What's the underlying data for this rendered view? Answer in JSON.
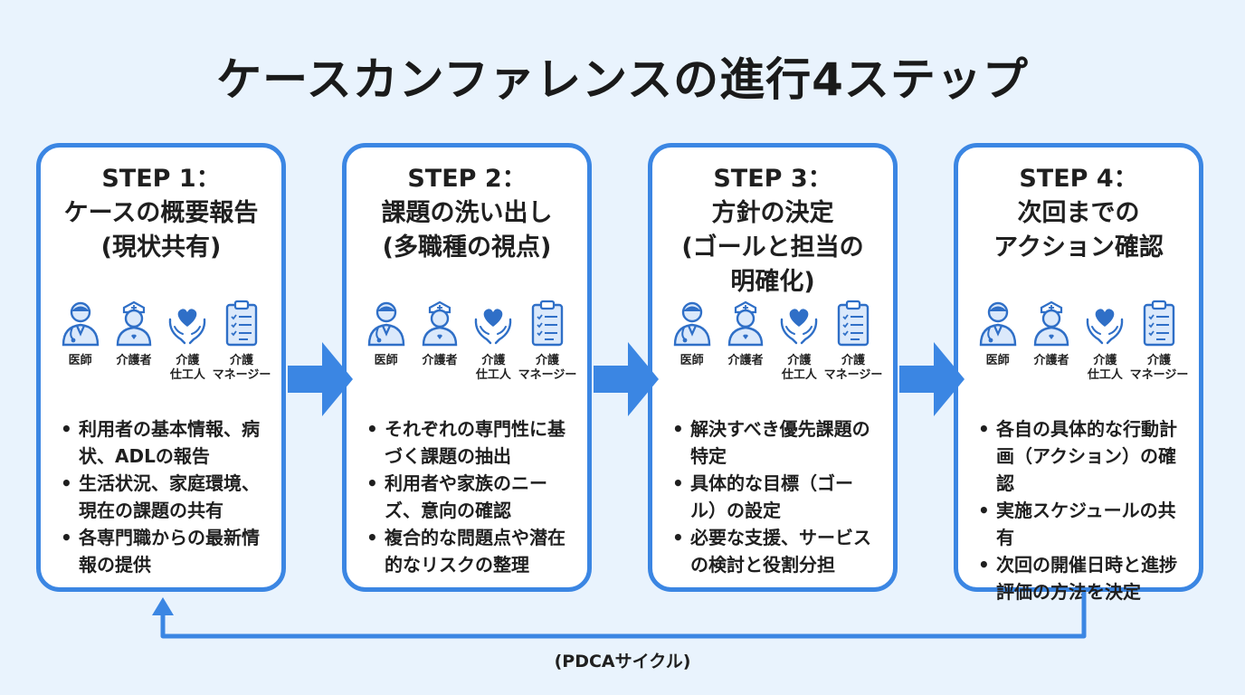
{
  "title": "ケースカンファレンスの進行4ステップ",
  "colors": {
    "accent": "#3b86e3",
    "icon": "#2f6fc7",
    "background": "#e9f3fd"
  },
  "roles": [
    {
      "icon": "doctor-icon",
      "label": "医師"
    },
    {
      "icon": "nurse-icon",
      "label": "介護者"
    },
    {
      "icon": "care-heart-icon",
      "label_lines": [
        "介護",
        "仕工人"
      ]
    },
    {
      "icon": "clipboard-icon",
      "label_lines": [
        "介護",
        "マネージー"
      ]
    }
  ],
  "steps": [
    {
      "heading_lines": [
        "STEP 1：",
        "ケースの概要報告",
        "(現状共有)"
      ],
      "bullets": [
        [
          "利用者の基本情報、病",
          "状、ADLの報告"
        ],
        [
          "生活状況、家庭環境、",
          "現在の課題の共有"
        ],
        [
          "各専門職からの最新情",
          "報の提供"
        ]
      ]
    },
    {
      "heading_lines": [
        "STEP 2：",
        "課題の洗い出し",
        "(多職種の視点)"
      ],
      "bullets": [
        [
          "それぞれの専門性に基",
          "づく課題の抽出"
        ],
        [
          "利用者や家族のニー",
          "ズ、意向の確認"
        ],
        [
          "複合的な問題点や潜在",
          "的なリスクの整理"
        ]
      ]
    },
    {
      "heading_lines": [
        "STEP 3：",
        "方針の決定",
        "(ゴールと担当の",
        "明確化)"
      ],
      "bullets": [
        [
          "解決すべき優先課題の",
          "特定"
        ],
        [
          "具体的な目標（ゴー",
          "ル）の設定"
        ],
        [
          "必要な支援、サービス",
          "の検討と役割分担"
        ]
      ]
    },
    {
      "heading_lines": [
        "STEP 4：",
        "次回までの",
        "アクション確認"
      ],
      "bullets": [
        [
          "各自の具体的な行動計",
          "画（アクション）の確認"
        ],
        [
          "実施スケジュールの共",
          "有"
        ],
        [
          "次回の開催日時と進捗",
          "評価の方法を決定"
        ]
      ]
    }
  ],
  "cycle_label": "(PDCAサイクル)"
}
